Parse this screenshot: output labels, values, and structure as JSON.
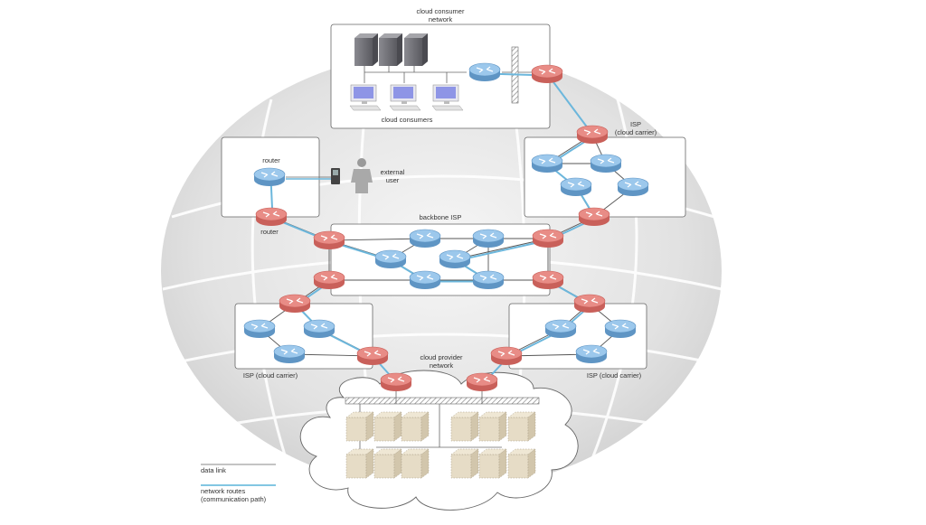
{
  "consumer_network": {
    "title_line1": "cloud consumer",
    "title_line2": "network",
    "caption": "cloud consumers"
  },
  "isp_top_right": {
    "title_line1": "ISP",
    "title_line2": "(cloud carrier)"
  },
  "external_user_box": {
    "router_label_top": "router",
    "router_label_bottom": "router",
    "user_line1": "external",
    "user_line2": "user"
  },
  "backbone": {
    "title": "backbone ISP"
  },
  "isp_left": {
    "title": "ISP (cloud carrier)"
  },
  "isp_right": {
    "title": "ISP (cloud carrier)"
  },
  "provider_network": {
    "title_line1": "cloud provider",
    "title_line2": "network"
  },
  "legend": {
    "items": [
      {
        "label_line1": "data link",
        "label_line2": "",
        "color": "#8a8a8a"
      },
      {
        "label_line1": "network routes",
        "label_line2": "(communication path)",
        "color": "#5ab4d8"
      }
    ]
  },
  "colors": {
    "edge_router": "#e88c86",
    "internal_router": "#9cc8ec",
    "globe": "#d9d9d9",
    "route": "#6cb7dc",
    "server": "#6f6f74",
    "provider_server": "#e6dcc6"
  }
}
